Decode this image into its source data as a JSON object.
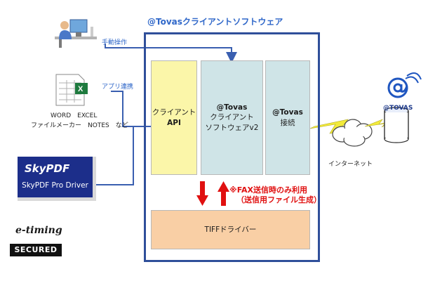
{
  "frame": {
    "title": "@Tovasクライアントソフトウェア"
  },
  "boxes": {
    "api": {
      "line1": "クライアント",
      "line2": "API"
    },
    "software": {
      "line1": "@Tovas",
      "line2": "クライアント",
      "line3": "ソフトウェアv2"
    },
    "connect": {
      "line1": "@Tovas",
      "line2": "接続"
    },
    "tiff": {
      "label": "TIFFドライバー"
    }
  },
  "arrows": {
    "manual": "手動操作",
    "app_link": "アプリ連携"
  },
  "apps": {
    "line1": "WORD　EXCEL",
    "line2": "ファイルメーカー　NOTES　など"
  },
  "skypdf": {
    "logo": "SkyPDF",
    "sub": "SkyPDF Pro Driver"
  },
  "badge": {
    "logo": "e-timing",
    "secured": "SECURED"
  },
  "internet": {
    "label": "インターネット"
  },
  "tovas": {
    "label": "@TOVAS"
  },
  "fax_note": {
    "line1": "※FAX送信時のみ利用",
    "line2": "（送信用ファイル生成）"
  },
  "colors": {
    "frame": "#2f4f9a",
    "connector": "#3a5fb0",
    "api_fill": "#fbf6a9",
    "module_fill": "#cfe4e7",
    "tiff_fill": "#f9cfa5",
    "fax_arrow": "#e01010",
    "lightning": "#f2ea3a"
  }
}
